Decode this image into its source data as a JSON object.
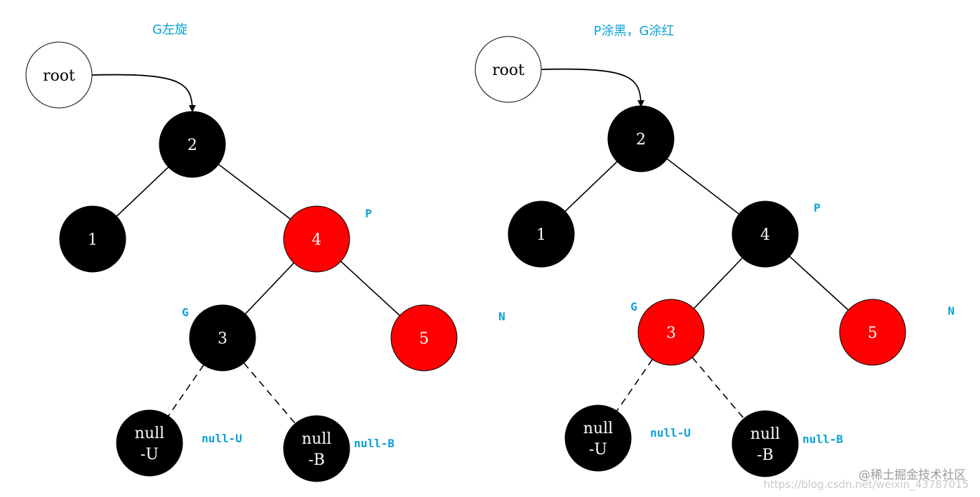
{
  "colors": {
    "black_node": "#000000",
    "red_node": "#ff0000",
    "root_fill": "#ffffff",
    "edge": "#000000",
    "label": "#0aa0d8",
    "node_text_light": "#ffffff",
    "node_text_dark": "#000000",
    "watermark": "#b9b9b9"
  },
  "diagrams": [
    {
      "caption": "G左旋",
      "root_label": "root",
      "nodes": [
        {
          "id": "n2",
          "label": "2",
          "color": "black"
        },
        {
          "id": "n1",
          "label": "1",
          "color": "black"
        },
        {
          "id": "n4",
          "label": "4",
          "color": "red",
          "tag": "P"
        },
        {
          "id": "n3",
          "label": "3",
          "color": "black",
          "tag": "G"
        },
        {
          "id": "n5",
          "label": "5",
          "color": "red",
          "tag": "N"
        },
        {
          "id": "nu",
          "label": [
            "null",
            "-U"
          ],
          "color": "black",
          "tag": "null-U"
        },
        {
          "id": "nb",
          "label": [
            "null",
            "-B"
          ],
          "color": "black",
          "tag": "null-B"
        }
      ],
      "edges": [
        {
          "from": "n2",
          "to": "n1",
          "style": "solid"
        },
        {
          "from": "n2",
          "to": "n4",
          "style": "solid"
        },
        {
          "from": "n4",
          "to": "n3",
          "style": "solid"
        },
        {
          "from": "n4",
          "to": "n5",
          "style": "solid"
        },
        {
          "from": "n3",
          "to": "nu",
          "style": "dashed"
        },
        {
          "from": "n3",
          "to": "nb",
          "style": "dashed"
        }
      ]
    },
    {
      "caption": "P涂黑，G涂红",
      "root_label": "root",
      "nodes": [
        {
          "id": "n2",
          "label": "2",
          "color": "black"
        },
        {
          "id": "n1",
          "label": "1",
          "color": "black"
        },
        {
          "id": "n4",
          "label": "4",
          "color": "black",
          "tag": "P"
        },
        {
          "id": "n3",
          "label": "3",
          "color": "red",
          "tag": "G"
        },
        {
          "id": "n5",
          "label": "5",
          "color": "red",
          "tag": "N"
        },
        {
          "id": "nu",
          "label": [
            "null",
            "-U"
          ],
          "color": "black",
          "tag": "null-U"
        },
        {
          "id": "nb",
          "label": [
            "null",
            "-B"
          ],
          "color": "black",
          "tag": "null-B"
        }
      ],
      "edges": [
        {
          "from": "n2",
          "to": "n1",
          "style": "solid"
        },
        {
          "from": "n2",
          "to": "n4",
          "style": "solid"
        },
        {
          "from": "n4",
          "to": "n3",
          "style": "solid"
        },
        {
          "from": "n4",
          "to": "n5",
          "style": "solid"
        },
        {
          "from": "n3",
          "to": "nu",
          "style": "dashed"
        },
        {
          "from": "n3",
          "to": "nb",
          "style": "dashed"
        }
      ]
    }
  ],
  "watermark": {
    "url": "https://blog.csdn.net/weixin_43787015",
    "brand": "@稀土掘金技术社区"
  }
}
